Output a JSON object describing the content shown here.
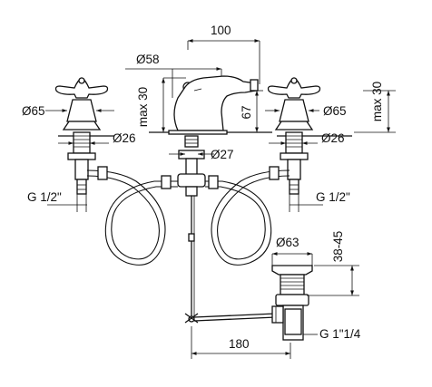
{
  "dimensions": {
    "spacing": "100",
    "spout_base": "Ø58",
    "spout_height_max": "max 30",
    "right_handle_height_max": "max 30",
    "spout_tip_height": "67",
    "left_handle_dia": "Ø65",
    "right_handle_dia": "Ø65",
    "left_body_dia": "Ø26",
    "right_body_dia": "Ø26",
    "center_body_dia": "Ø27",
    "left_thread": "G 1/2\"",
    "right_thread": "G 1/2\"",
    "drain_dia": "Ø63",
    "drain_range": "38-45",
    "drain_thread": "G 1\"1/4",
    "rod_length": "180"
  }
}
